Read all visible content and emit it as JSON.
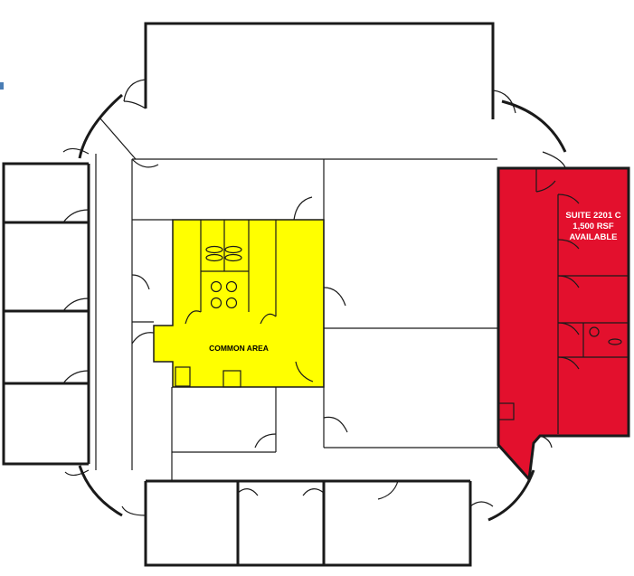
{
  "floorplan": {
    "common_area": {
      "label": "COMMON AREA",
      "color": "#ffff00"
    },
    "suite": {
      "name": "SUITE 2201 C",
      "size": "1,500 RSF",
      "status": "AVAILABLE",
      "color": "#e3102d",
      "text_color": "#ffffff"
    },
    "wall_color": "#1a1a1a",
    "background": "#ffffff"
  }
}
